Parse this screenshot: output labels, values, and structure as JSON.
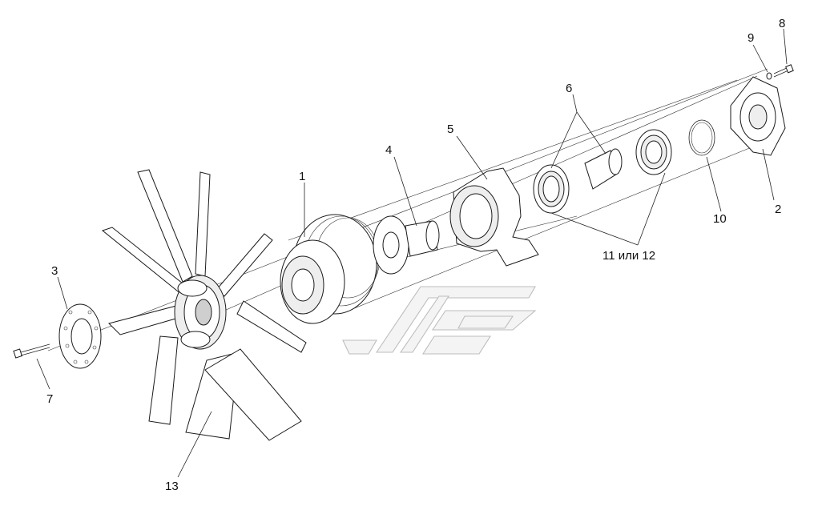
{
  "labels": {
    "l1": "1",
    "l2": "2",
    "l3": "3",
    "l4": "4",
    "l5": "5",
    "l6": "6",
    "l7": "7",
    "l8": "8",
    "l9": "9",
    "l10": "10",
    "l11": "11 или 12",
    "l13": "13"
  },
  "colors": {
    "line": "#1a1a1a",
    "watermark": "#bdbdbd"
  }
}
